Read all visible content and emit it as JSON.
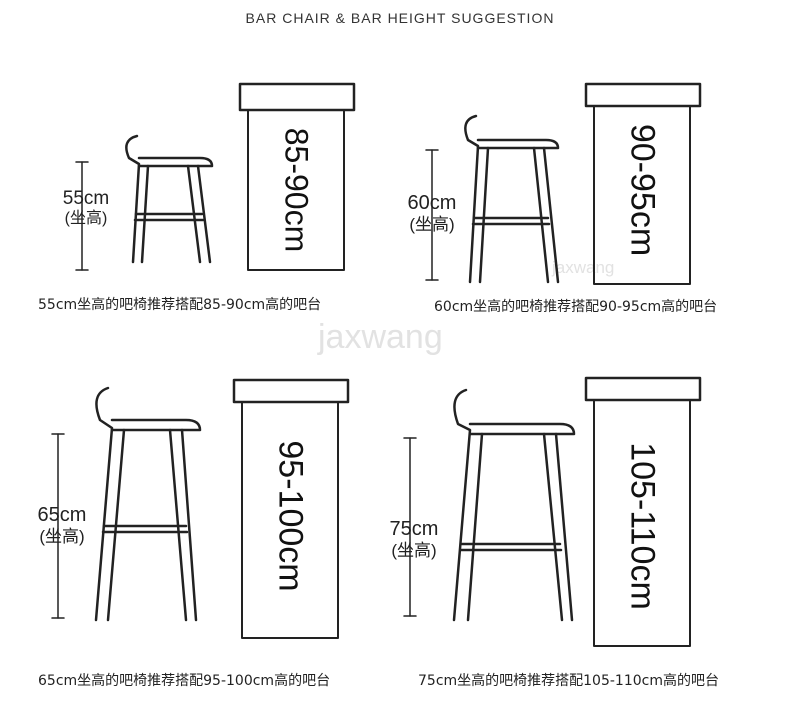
{
  "title": "BAR CHAIR & BAR HEIGHT SUGGESTION",
  "watermark": "jaxwang",
  "colors": {
    "line": "#222222",
    "background": "#ffffff"
  },
  "panels": [
    {
      "seat_height": "55cm",
      "seat_note": "(坐高)",
      "bar_height": "85-90cm",
      "caption": "55cm坐高的吧椅推荐搭配85-90cm高的吧台"
    },
    {
      "seat_height": "60cm",
      "seat_note": "(坐高)",
      "bar_height": "90-95cm",
      "caption": "60cm坐高的吧椅推荐搭配90-95cm高的吧台"
    },
    {
      "seat_height": "65cm",
      "seat_note": "(坐高)",
      "bar_height": "95-100cm",
      "caption": "65cm坐高的吧椅推荐搭配95-100cm高的吧台"
    },
    {
      "seat_height": "75cm",
      "seat_note": "(坐高)",
      "bar_height": "105-110cm",
      "caption": "75cm坐高的吧椅推荐搭配105-110cm高的吧台"
    }
  ]
}
